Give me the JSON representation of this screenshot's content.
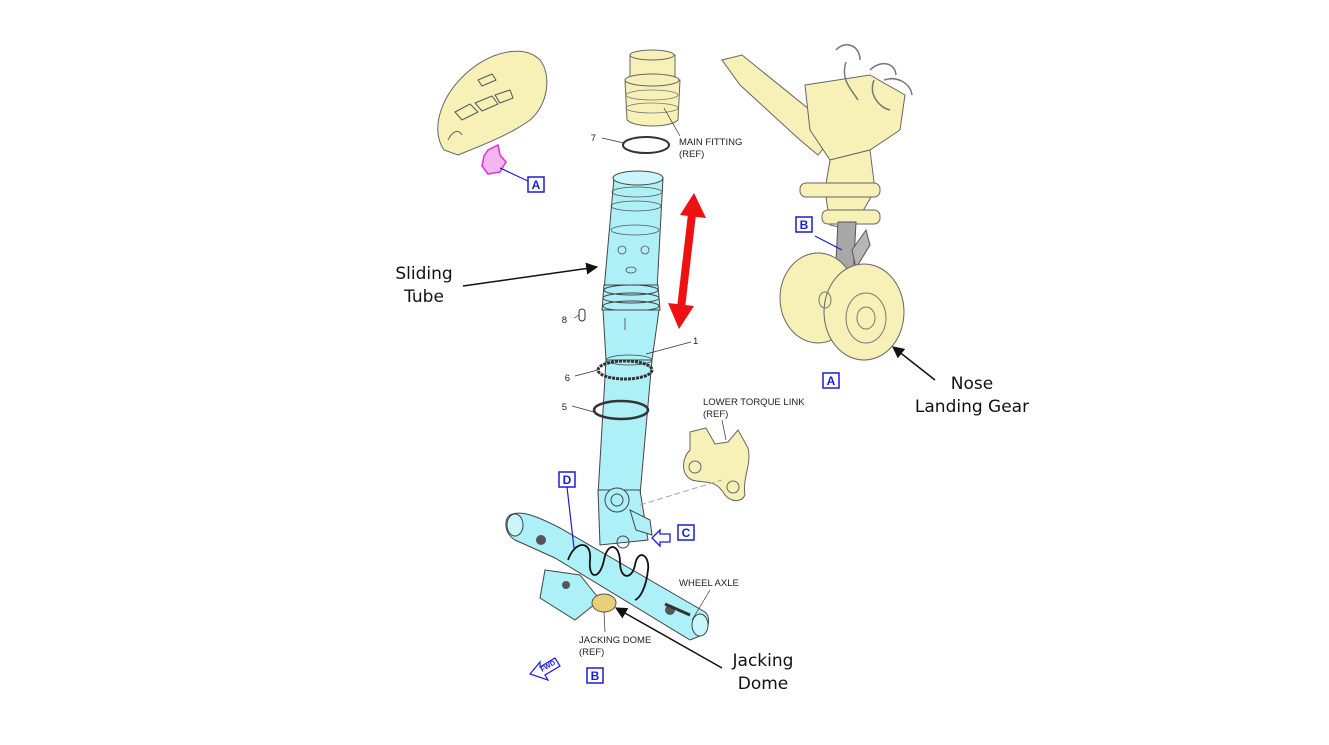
{
  "callouts": {
    "part_7": "7",
    "part_8": "8",
    "part_1": "1",
    "part_6": "6",
    "part_5": "5",
    "main_fitting_line1": "MAIN FITTING",
    "main_fitting_line2": "(REF)",
    "lower_torque_link_line1": "LOWER TORQUE LINK",
    "lower_torque_link_line2": "(REF)",
    "wheel_axle": "WHEEL AXLE",
    "jacking_dome_line1": "JACKING DOME",
    "jacking_dome_line2": "(REF)"
  },
  "annotations": {
    "sliding_tube_line1": "Sliding",
    "sliding_tube_line2": "Tube",
    "nose_landing_gear_line1": "Nose",
    "nose_landing_gear_line2": "Landing Gear",
    "jacking_dome_line1": "Jacking",
    "jacking_dome_line2": "Dome"
  },
  "view_refs": {
    "nose_view": "A",
    "gear_view_a": "A",
    "gear_view_b": "B",
    "view_d": "D",
    "view_c": "C",
    "view_b_bottom": "B",
    "fwd": "FWD"
  },
  "colors": {
    "part_fill": "#aef0f7",
    "ref_part_fill": "#f7f1b7",
    "motion_arrow": "#ee1111",
    "ref_box": "#1c1cd4",
    "highlight": "#e62be0"
  }
}
